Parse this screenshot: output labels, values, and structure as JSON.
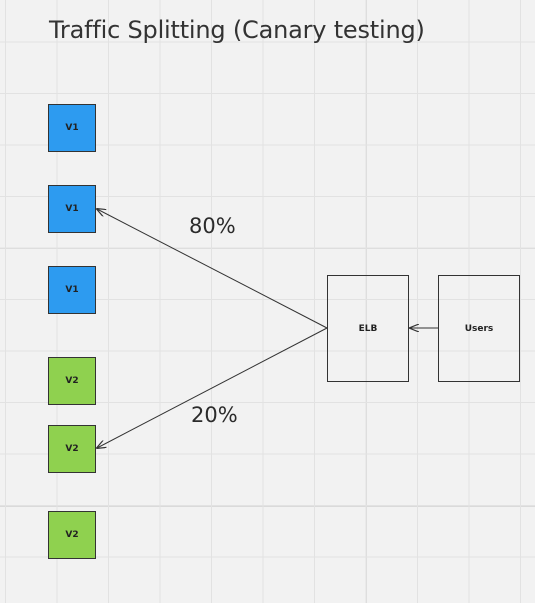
{
  "title": "Traffic Splitting (Canary testing)",
  "versions": [
    {
      "label": "V1",
      "color": "#2d9bf0"
    },
    {
      "label": "V1",
      "color": "#2d9bf0"
    },
    {
      "label": "V1",
      "color": "#2d9bf0"
    },
    {
      "label": "V2",
      "color": "#8fd14f"
    },
    {
      "label": "V2",
      "color": "#8fd14f"
    },
    {
      "label": "V2",
      "color": "#8fd14f"
    }
  ],
  "load_balancer": {
    "label": "ELB"
  },
  "users": {
    "label": "Users"
  },
  "splits": {
    "v1_percent": "80%",
    "v2_percent": "20%"
  }
}
